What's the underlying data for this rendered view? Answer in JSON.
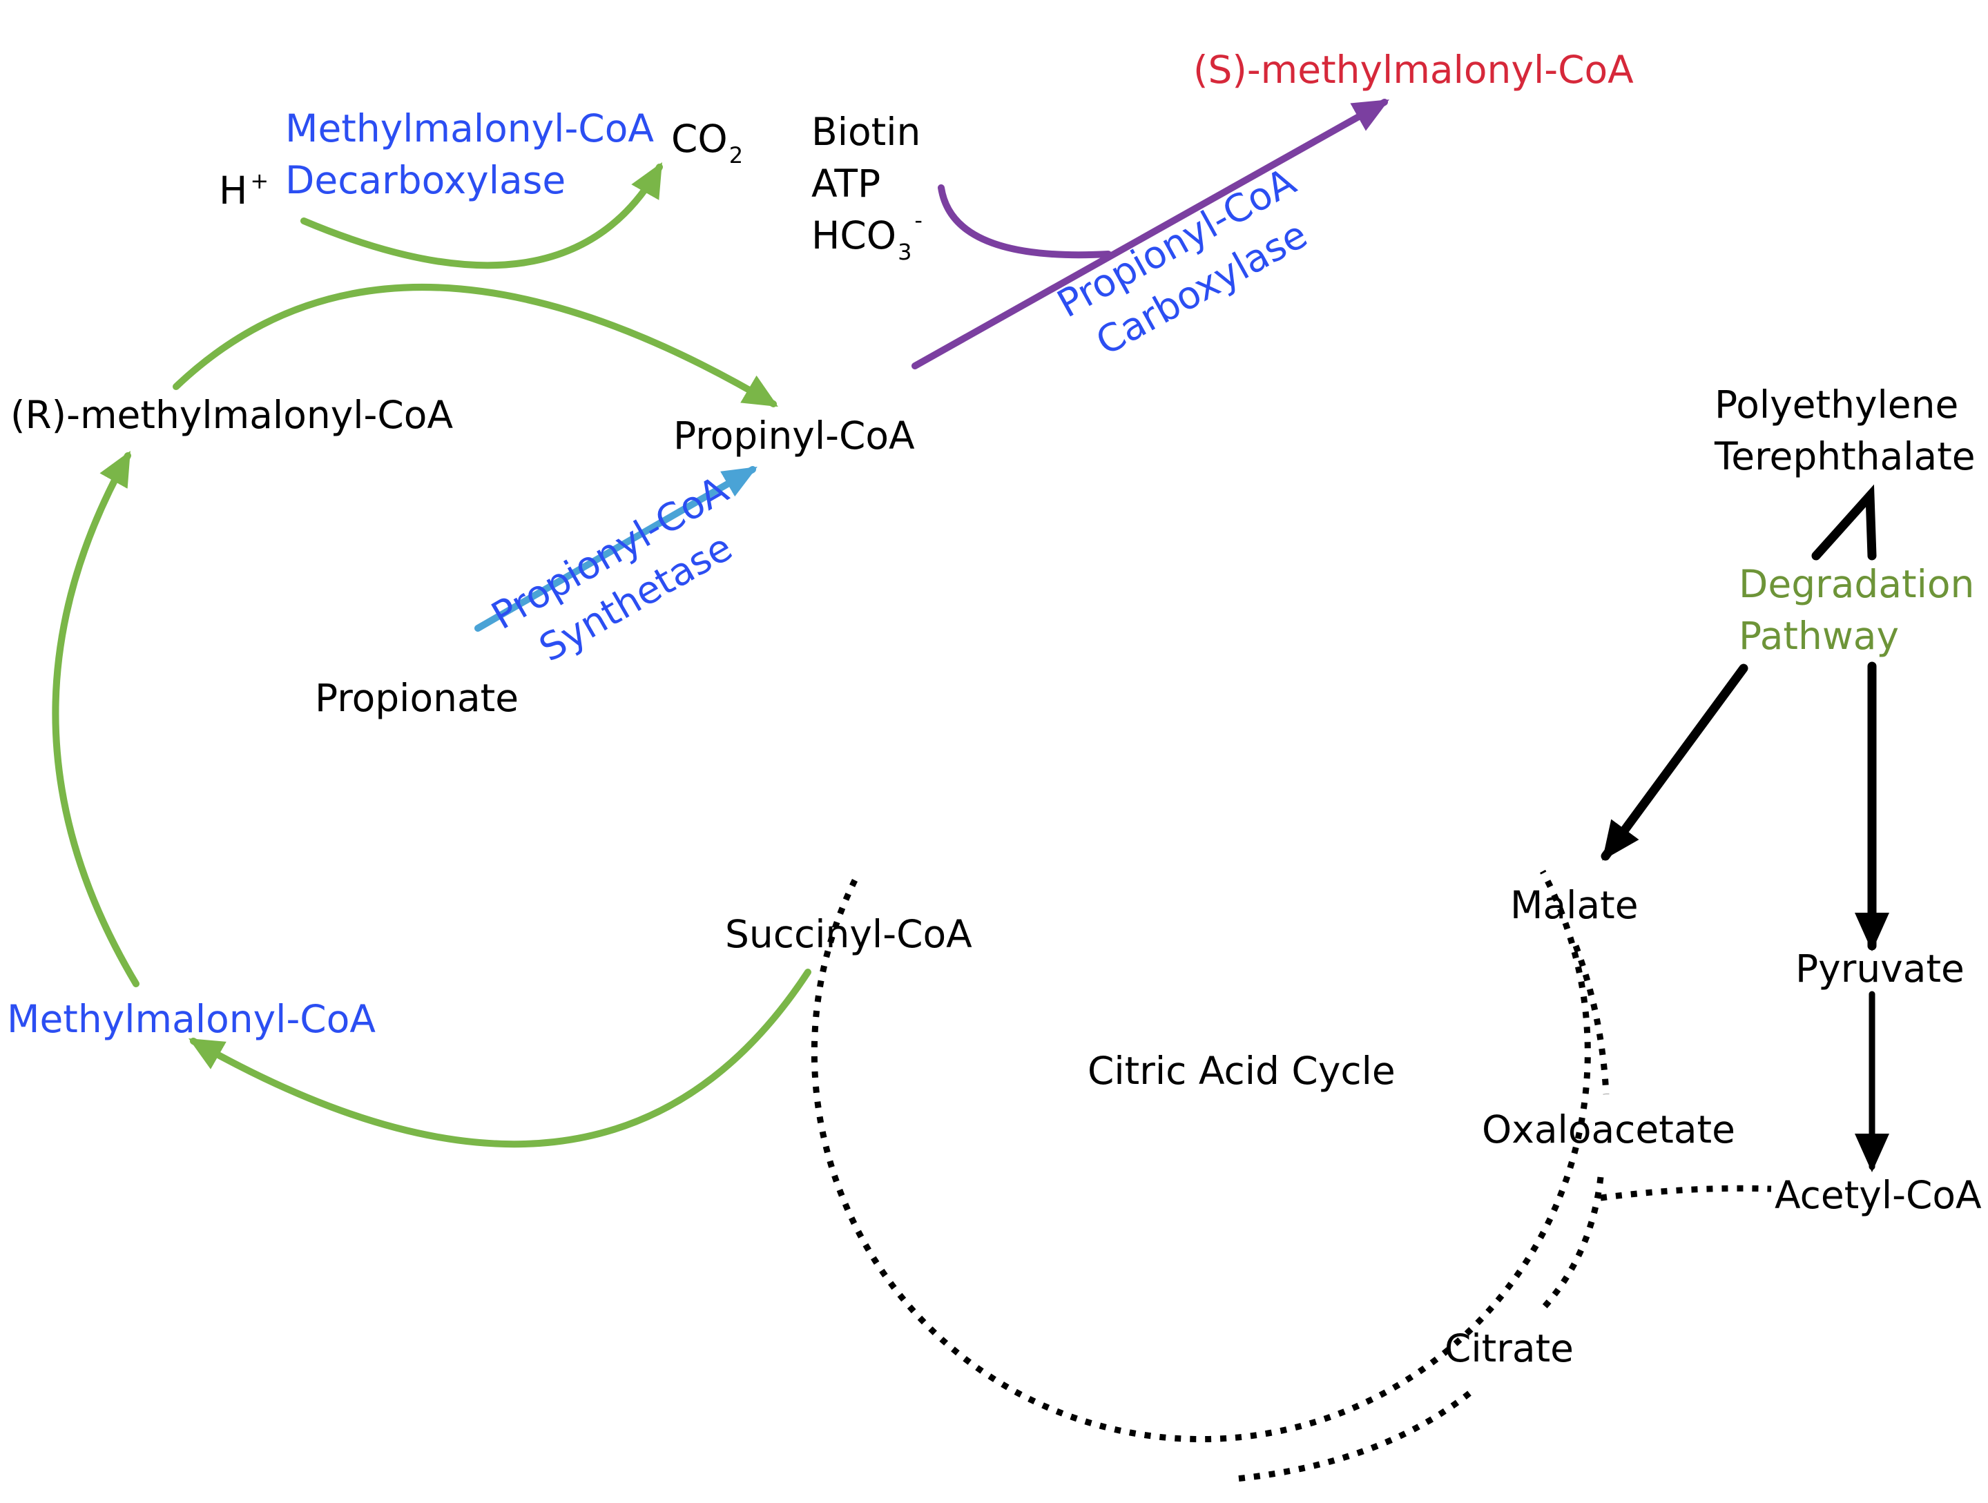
{
  "colors": {
    "black": "#000000",
    "enzyme_blue": "#2b4ef2",
    "product_red": "#d6283a",
    "cycle_green": "#7ab648",
    "synthetase_arrow": "#4aa3d6",
    "carboxylase_arrow": "#7b3fa0",
    "pathway_green": "#6d9438"
  },
  "labels": {
    "s_methylmalonyl": "(S)-methylmalonyl-CoA",
    "decarboxylase_line1": "Methylmalonyl-CoA",
    "decarboxylase_line2": "Decarboxylase",
    "h_plus": "H",
    "h_plus_sup": "+",
    "co2": "CO",
    "co2_sub": "2",
    "biotin": "Biotin",
    "atp": "ATP",
    "hco3": "HCO",
    "hco3_sub": "3",
    "hco3_sup": "-",
    "carboxylase_line1": "Propionyl-CoA",
    "carboxylase_line2": "Carboxylase",
    "r_methylmalonyl": "(R)-methylmalonyl-CoA",
    "propinyl_coa": "Propinyl-CoA",
    "synthetase_line1": "Propionyl-CoA",
    "synthetase_line2": "Synthetase",
    "propionate": "Propionate",
    "pet_line1": "Polyethylene",
    "pet_line2": "Terephthalate",
    "degradation_line1": "Degradation",
    "degradation_line2": "Pathway",
    "malate": "Malate",
    "pyruvate": "Pyruvate",
    "succinyl_coa": "Succinyl-CoA",
    "methylmalonyl_coa": "Methylmalonyl-CoA",
    "citric_acid_cycle": "Citric Acid Cycle",
    "oxaloacetate": "Oxaloacetate",
    "acetyl_coa": "Acetyl-CoA",
    "citrate": "Citrate"
  }
}
